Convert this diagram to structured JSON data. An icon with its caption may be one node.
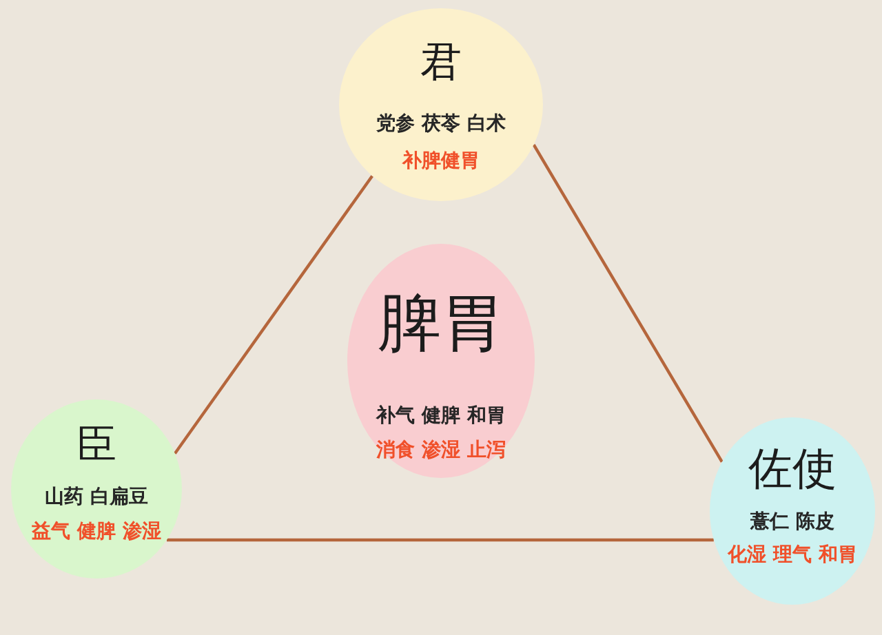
{
  "diagram": {
    "nodes": [
      {
        "text": [
          "君",
          "党参 茯苓 白术",
          "补脾健胃"
        ]
      },
      {
        "text": [
          "脾胃",
          "补气 健脾 和胃",
          "消食 渗湿 止泻"
        ]
      },
      {
        "text": [
          "臣",
          "山药 白扁豆",
          "益气 健脾 渗湿"
        ]
      },
      {
        "text": [
          "佐使",
          "薏仁 陈皮",
          "化湿 理气 和胃"
        ]
      }
    ],
    "edges": [
      {
        "from": 0,
        "to": 2,
        "arrow": "none"
      },
      {
        "from": 0,
        "to": 3,
        "arrow": "none"
      },
      {
        "from": 2,
        "to": 3,
        "arrow": "none"
      }
    ]
  }
}
